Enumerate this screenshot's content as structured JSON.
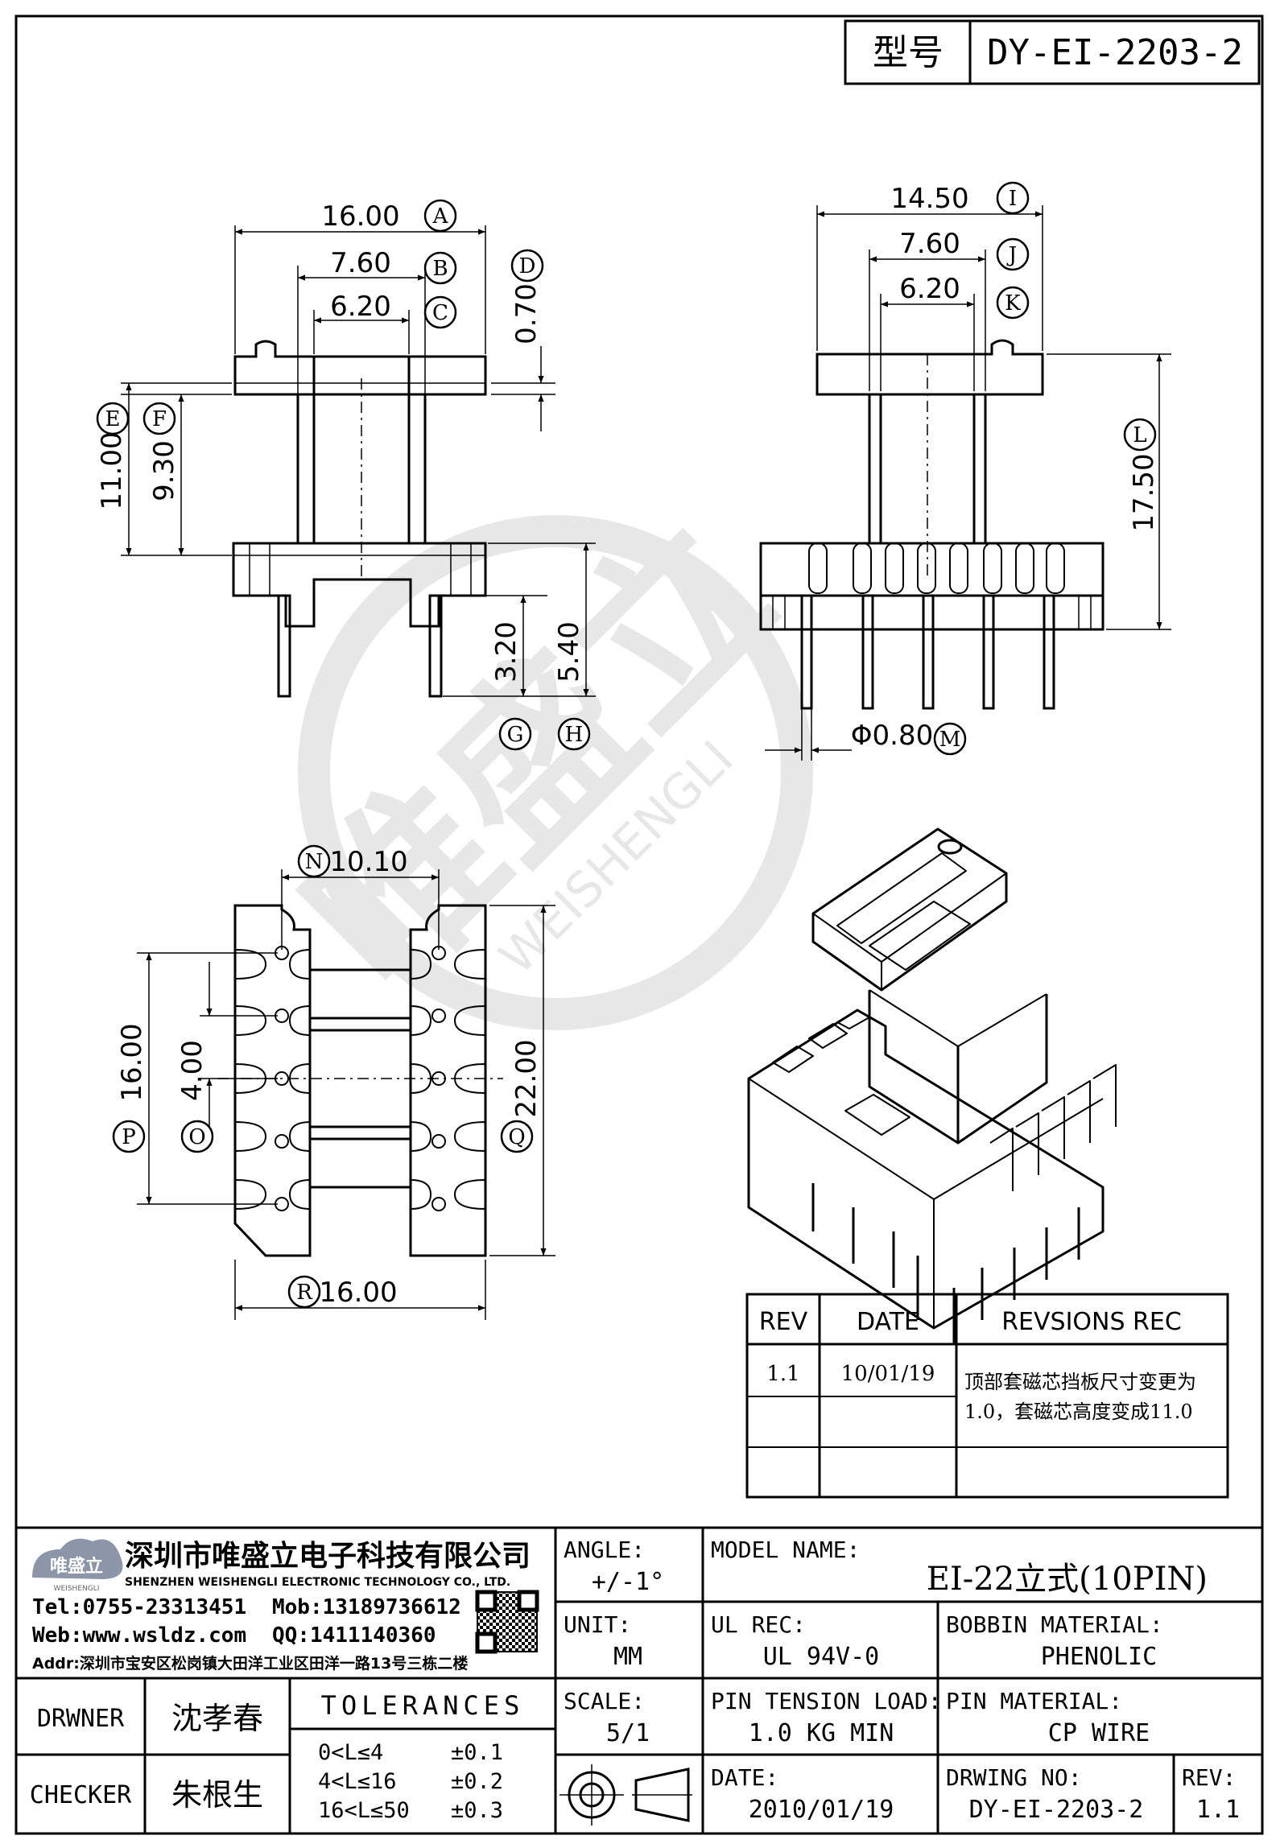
{
  "title_block": {
    "model_label": "型号",
    "model_value": "DY-EI-2203-2"
  },
  "dimensions": {
    "A": {
      "letter": "A",
      "value": "16.00"
    },
    "B": {
      "letter": "B",
      "value": "7.60"
    },
    "C": {
      "letter": "C",
      "value": "6.20"
    },
    "D": {
      "letter": "D",
      "value": "0.70"
    },
    "E": {
      "letter": "E",
      "value": "11.00"
    },
    "F": {
      "letter": "F",
      "value": "9.30"
    },
    "G": {
      "letter": "G",
      "value": "3.20"
    },
    "H": {
      "letter": "H",
      "value": "5.40"
    },
    "I": {
      "letter": "I",
      "value": "14.50"
    },
    "J": {
      "letter": "J",
      "value": "7.60"
    },
    "K": {
      "letter": "K",
      "value": "6.20"
    },
    "L": {
      "letter": "L",
      "value": "17.50"
    },
    "M": {
      "letter": "M",
      "value": "Φ0.80"
    },
    "N": {
      "letter": "N",
      "value": "10.10"
    },
    "O": {
      "letter": "O",
      "value": "4.00"
    },
    "P": {
      "letter": "P",
      "value": "16.00"
    },
    "Q": {
      "letter": "Q",
      "value": "22.00"
    },
    "R": {
      "letter": "R",
      "value": "16.00"
    }
  },
  "watermark": {
    "cn": "唯盛立",
    "en": "WEISHENGLI"
  },
  "revisions": {
    "headers": [
      "REV",
      "DATE",
      "REVSIONS REC"
    ],
    "rows": [
      {
        "rev": "1.1",
        "date": "10/01/19",
        "rec_line1": "顶部套磁芯挡板尺寸变更为",
        "rec_line2": "1.0，套磁芯高度变成11.0"
      },
      {
        "rev": "",
        "date": "",
        "rec_line1": "",
        "rec_line2": ""
      },
      {
        "rev": "",
        "date": "",
        "rec_line1": "",
        "rec_line2": ""
      }
    ]
  },
  "company": {
    "logo_text": "唯盛立",
    "logo_sub": "WEISHENGLI",
    "name_cn": "深圳市唯盛立电子科技有限公司",
    "name_en": "SHENZHEN WEISHENGLI ELECTRONIC TECHNOLOGY CO., LTD.",
    "tel": "Tel:0755-23313451",
    "mob": "Mob:13189736612",
    "web": "Web:www.wsldz.com",
    "qq": "QQ:1411140360",
    "addr": "Addr:深圳市宝安区松岗镇大田洋工业区田洋一路13号三栋二楼"
  },
  "fields": {
    "angle_label": "ANGLE:",
    "angle_value": "+/-1°",
    "model_name_label": "MODEL NAME:",
    "model_name_value": "EI-22立式(10PIN)",
    "unit_label": "UNIT:",
    "unit_value": "MM",
    "ul_rec_label": "UL REC:",
    "ul_rec_value": "UL 94V-0",
    "bobbin_label": "BOBBIN MATERIAL:",
    "bobbin_value": "PHENOLIC",
    "scale_label": "SCALE:",
    "scale_value": "5/1",
    "pin_tension_label": "PIN TENSION LOAD:",
    "pin_tension_value": "1.0 KG MIN",
    "pin_material_label": "PIN MATERIAL:",
    "pin_material_value": "CP WIRE",
    "date_label": "DATE:",
    "date_value": "2010/01/19",
    "drawing_no_label": "DRWING NO:",
    "drawing_no_value": "DY-EI-2203-2",
    "rev_label": "REV:",
    "rev_value": "1.1",
    "drawner_label": "DRWNER",
    "drawner_value": "沈孝春",
    "checker_label": "CHECKER",
    "checker_value": "朱根生",
    "tolerances_label": "TOLERANCES",
    "tol_rows": [
      {
        "range": "0<L≤4",
        "value": "±0.1"
      },
      {
        "range": "4<L≤16",
        "value": "±0.2"
      },
      {
        "range": "16<L≤50",
        "value": "±0.3"
      }
    ]
  }
}
